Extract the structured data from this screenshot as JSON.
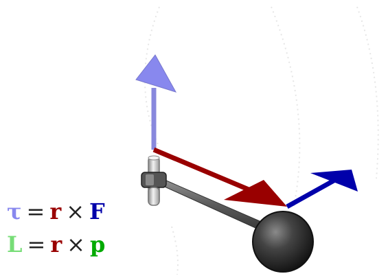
{
  "formulas": {
    "torque": {
      "lhs": "τ",
      "equals": "=",
      "r": "r",
      "cross": "×",
      "rhs": "F"
    },
    "angular_momentum": {
      "lhs": "L",
      "equals": "=",
      "r": "r",
      "cross": "×",
      "rhs": "p"
    }
  },
  "colors": {
    "tau": "#8888ee",
    "L": "#77dd77",
    "r": "#990000",
    "F": "#0000aa",
    "p": "#00aa00",
    "ball": "#333333",
    "rod": "#666666"
  },
  "icons": {
    "torque_vector": "blue-up-arrow",
    "position_vector": "red-arrow",
    "force_vector": "blue-arrow",
    "pivot": "pivot-axle",
    "mass": "ball"
  }
}
